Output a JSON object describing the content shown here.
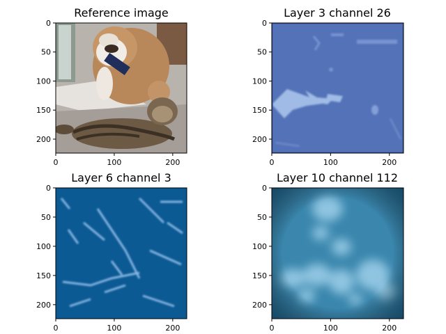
{
  "figure": {
    "panels": [
      {
        "title": "Reference image",
        "xticks": [
          "0",
          "100",
          "200"
        ],
        "yticks": [
          "0",
          "50",
          "100",
          "150",
          "200"
        ],
        "xlim": [
          0,
          224
        ],
        "ylim": [
          224,
          0
        ],
        "image_content": "photo of a bulldog sitting behind a tabby cat lying on the floor"
      },
      {
        "title": "Layer 3 channel 26",
        "xticks": [
          "0",
          "100",
          "200"
        ],
        "yticks": [
          "0",
          "50",
          "100",
          "150",
          "200"
        ],
        "xlim": [
          0,
          224
        ],
        "ylim": [
          224,
          0
        ],
        "image_content": "feature map, mostly uniform medium blue with a few light streaks"
      },
      {
        "title": "Layer 6 channel 3",
        "xticks": [
          "0",
          "100",
          "200"
        ],
        "yticks": [
          "0",
          "50",
          "100",
          "150",
          "200"
        ],
        "xlim": [
          0,
          224
        ],
        "ylim": [
          224,
          0
        ],
        "image_content": "feature map, dark blue with many thin light diagonal streaks"
      },
      {
        "title": "Layer 10 channel 112",
        "xticks": [
          "0",
          "100",
          "200"
        ],
        "yticks": [
          "0",
          "50",
          "100",
          "150",
          "200"
        ],
        "xlim": [
          0,
          224
        ],
        "ylim": [
          224,
          0
        ],
        "image_content": "feature map, teal blue with blurry light blobs"
      }
    ],
    "colors": {
      "layer3_bg": "#5472b8",
      "layer6_bg": "#0b5a94",
      "layer10_bg": "#3a86ad"
    }
  }
}
